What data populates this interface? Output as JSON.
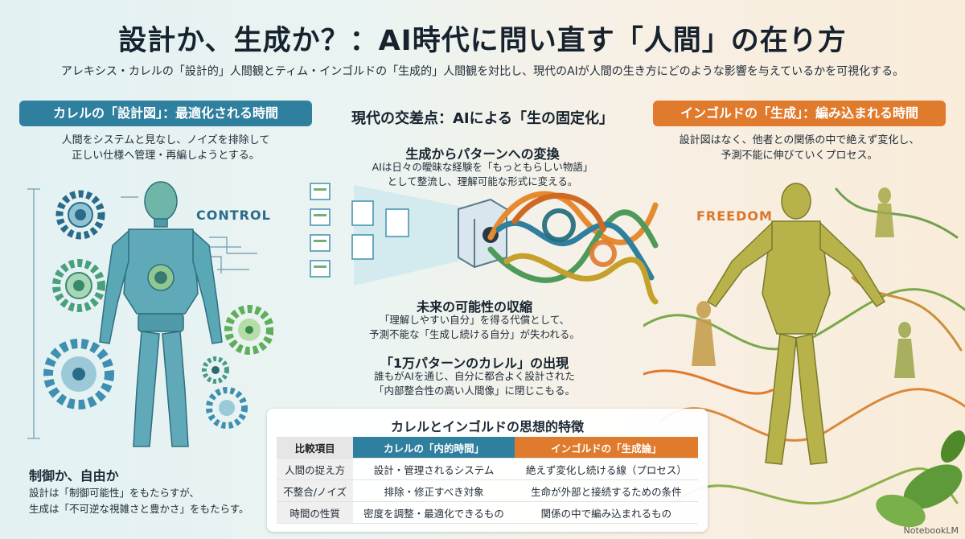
{
  "title": "設計か、生成か？：AI時代に問い直す「人間」の在り方",
  "subtitle": "アレキシス・カレルの「設計的」人間観とティム・インゴルドの「生成的」人間観を対比し、現代のAIが人間の生き方にどのような影響を与えているかを可視化する。",
  "left_panel": {
    "heading": "カレルの「設計図」：最適化される時間",
    "description_lines": [
      "人間をシステムと見なし、ノイズを排除して",
      "正しい仕様へ管理・再編しようとする。"
    ],
    "image_label": "CONTROL"
  },
  "right_panel": {
    "heading": "インゴルドの「生成」：編み込まれる時間",
    "description_lines": [
      "設計図はなく、他者との関係の中で絶えず変化し、",
      "予測不能に伸びていくプロセス。"
    ],
    "image_label": "FREEDOM"
  },
  "center": {
    "title": "現代の交差点：AIによる「生の固定化」",
    "sections": [
      {
        "heading": "生成からパターンへの変換",
        "lines": [
          "AIは日々の曖昧な経験を「もっともらしい物語」",
          "として整流し、理解可能な形式に変える。"
        ]
      },
      {
        "heading": "未来の可能性の収縮",
        "lines": [
          "「理解しやすい自分」を得る代償として、",
          "予測不能な「生成し続ける自分」が失われる。"
        ]
      },
      {
        "heading": "「1万パターンのカレル」の出現",
        "lines": [
          "誰もがAIを通じ、自分に都合よく設計された",
          "「内部整合性の高い人間像」に閉じこもる。"
        ]
      }
    ]
  },
  "bottom_left": {
    "heading": "制御か、自由か",
    "lines": [
      "設計は「制御可能性」をもたらすが、",
      "生成は「不可逆な視雑さと豊かさ」をもたらす。"
    ]
  },
  "table": {
    "title": "カレルとインゴルドの思想的特徴",
    "headers": [
      "比較項目",
      "カレルの「内的時間」",
      "インゴルドの「生成論」"
    ],
    "rows": [
      [
        "人間の捉え方",
        "設計・管理されるシステム",
        "絶えず変化し続ける線（プロセス）"
      ],
      [
        "不整合/ノイズ",
        "排除・修正すべき対象",
        "生命が外部と接続するための条件"
      ],
      [
        "時間の性質",
        "密度を調整・最適化できるもの",
        "関係の中で編み込まれるもの"
      ]
    ]
  },
  "watermark": "NotebookLM",
  "colors": {
    "carrel_blue": "#2f7f9e",
    "ingold_orange": "#e07a2c",
    "text": "#1e2a35"
  }
}
